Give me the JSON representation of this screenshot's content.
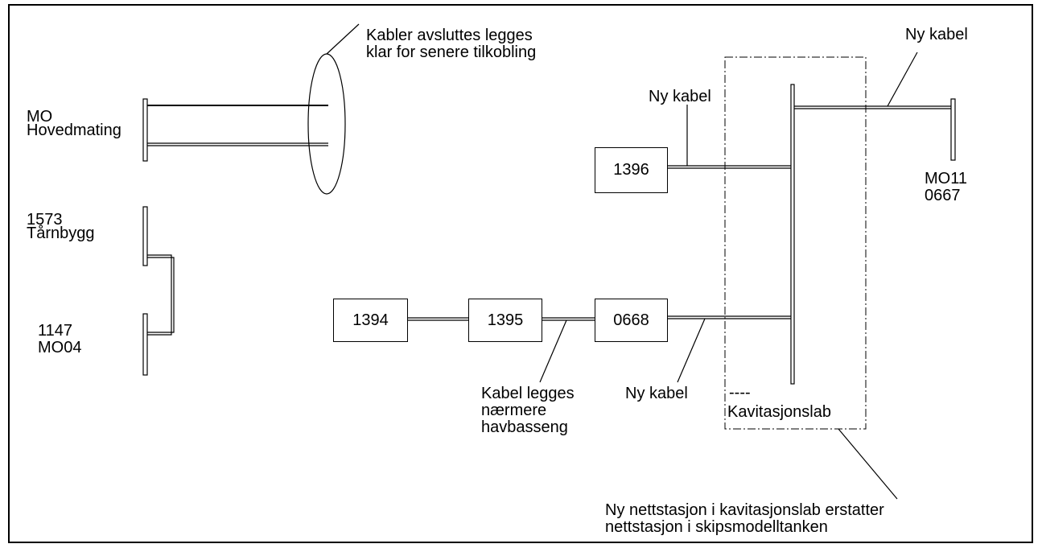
{
  "title": "",
  "stations": {
    "s1394": "1394",
    "s1395": "1395",
    "s0668": "0668",
    "s1396": "1396"
  },
  "labels": {
    "mo_main_1": "MO",
    "mo_main_2": "Hovedmating",
    "tarn_1": "1573",
    "tarn_2": "Tårnbygg",
    "mo04_1": "1147",
    "mo04_2": "MO04",
    "mo11_1": "MO11",
    "mo11_2": "0667",
    "cable_end_1": "Kabler avsluttes legges",
    "cable_end_2": "klar for senere tilkobling",
    "ny_kabel_top": "Ny kabel",
    "ny_kabel_mid": "Ny kabel",
    "ny_kabel_bottom": "Ny kabel",
    "kabel_legges_1": "Kabel legges",
    "kabel_legges_2": "nærmere",
    "kabel_legges_3": "havbasseng",
    "dashes": "----",
    "kavitasjonslab": "Kavitasjonslab",
    "new_station_1": "Ny nettstasjon i kavitasjonslab erstatter",
    "new_station_2": "nettstasjon i skipsmodelltanken"
  }
}
